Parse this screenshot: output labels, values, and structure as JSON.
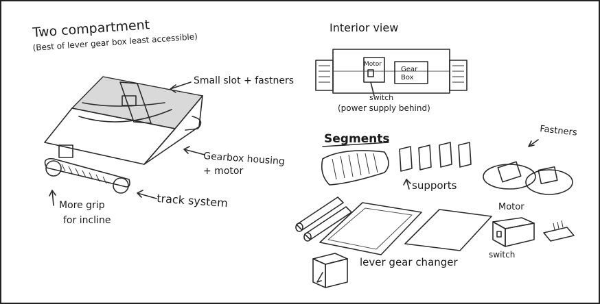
{
  "labels": {
    "title": "Two compartment",
    "subtitle": "(Best of lever gear box least accessible)",
    "small_slot": "Small slot + fastners",
    "gearbox_housing_1": "Gearbox housing",
    "gearbox_housing_2": "+ motor",
    "track_system": "track system",
    "more_grip_1": "More grip",
    "more_grip_2": "for incline",
    "interior_view": "Interior view",
    "motor": "Motor",
    "gear_box_1": "Gear",
    "gear_box_2": "Box",
    "switch": "switch",
    "power_supply": "(power supply behind)",
    "segments": "Segments",
    "supports": "supports",
    "fastners": "Fastners",
    "motor_small": "Motor",
    "switch_small": "switch",
    "lever_gear_changer": "lever gear changer"
  },
  "colors": {
    "ink": "#1a1a1a",
    "paper": "#ffffff",
    "shade": "#d9d9d9"
  }
}
